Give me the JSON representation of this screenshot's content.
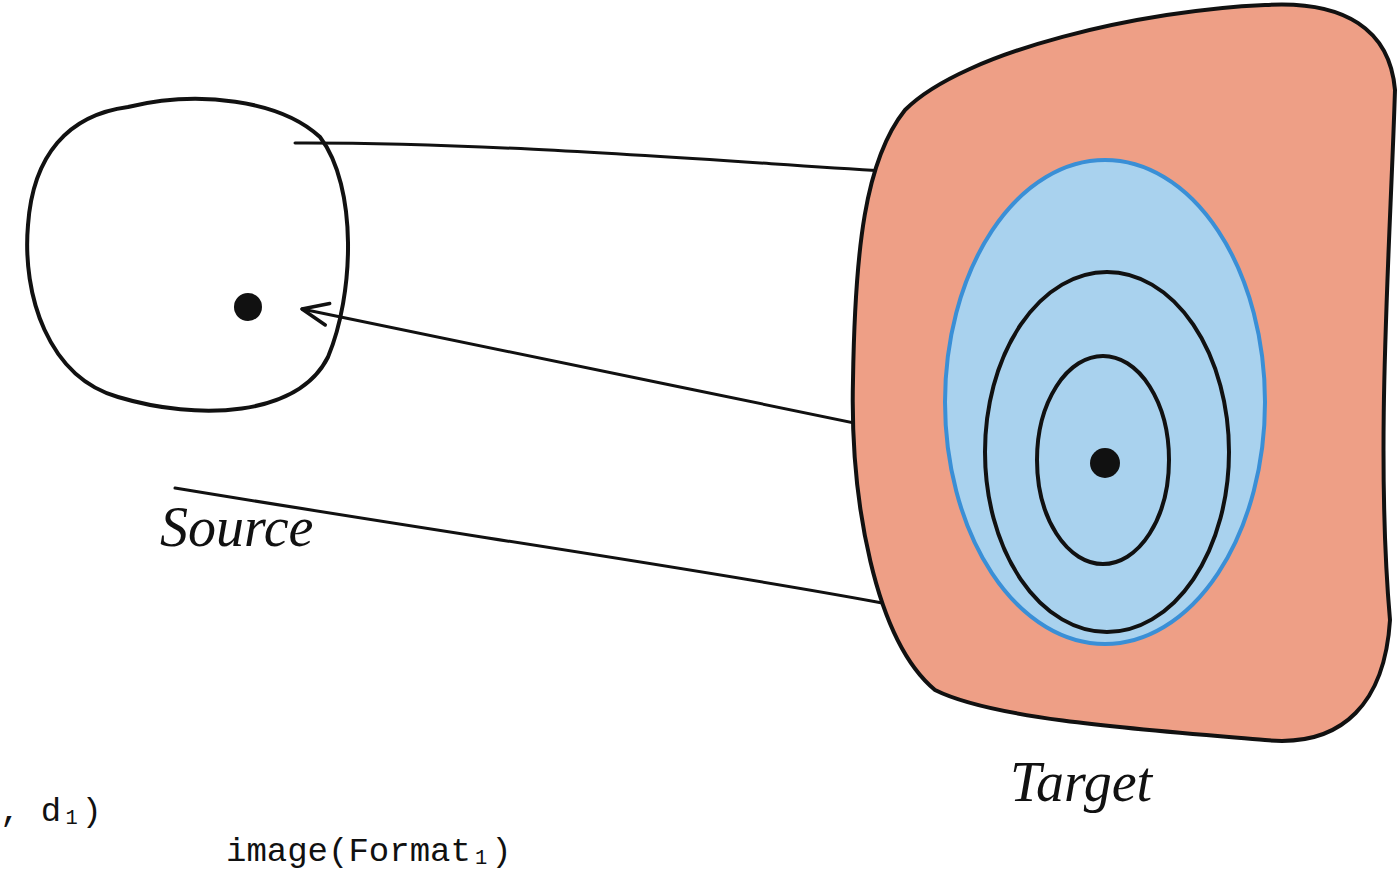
{
  "diagram": {
    "nodes": [
      {
        "text": [
          "Source"
        ]
      },
      {
        "text": [
          "Target"
        ]
      }
    ],
    "edges": [
      {
        "from": 1,
        "to": 0,
        "arrow": "to"
      },
      {
        "from": 0,
        "to": 1,
        "arrow": "none"
      },
      {
        "from": 0,
        "to": 1,
        "arrow": "none"
      }
    ],
    "labels": [
      ", d₁)",
      "image(Format₁)"
    ]
  }
}
